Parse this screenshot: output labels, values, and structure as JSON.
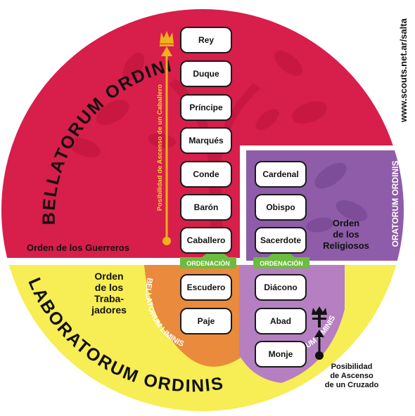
{
  "site": "www.scouts.net.ar/salta",
  "colors": {
    "warriors": "#d81e4a",
    "workers": "#f7ed54",
    "religious": "#8e5ca8",
    "liminis_warriors": "#e98a3c",
    "liminis_religious": "#b57fc2",
    "ordenacion": "#6dbb3f",
    "arrow": "#f0b21a"
  },
  "rings": {
    "bellatorum": "BELLATORUM ORDINIS",
    "laboratorum": "LABORATORUM ORDINIS",
    "oratorum": "ORATORUM ORDINIS",
    "bellatorum_liminis": "BELLATORUM LIMINIS",
    "oratorum_liminis": "ORATORUM LIMINIS"
  },
  "orders": {
    "guerreros": "Orden de los Guerreros",
    "religiosos": [
      "Orden",
      "de los",
      "Religiosos"
    ],
    "trabajadores": [
      "Orden",
      "de los",
      "Traba-",
      "jadores"
    ]
  },
  "ordenacion_label": "ORDENACIÓN",
  "arrows": {
    "caballero": "Posibilidad de Ascenso de un Caballero",
    "cruzado": [
      "Posibilidad",
      "de Ascenso",
      "de un Cruzado"
    ]
  },
  "left_column": [
    "Rey",
    "Duque",
    "Príncipe",
    "Marqués",
    "Conde",
    "Barón",
    "Caballero",
    "Escudero",
    "Paje"
  ],
  "right_column": [
    "Cardenal",
    "Obispo",
    "Sacerdote",
    "Diácono",
    "Abad",
    "Monje"
  ],
  "icons": [
    "crown-icon",
    "cross-icon",
    "tree-icon"
  ]
}
